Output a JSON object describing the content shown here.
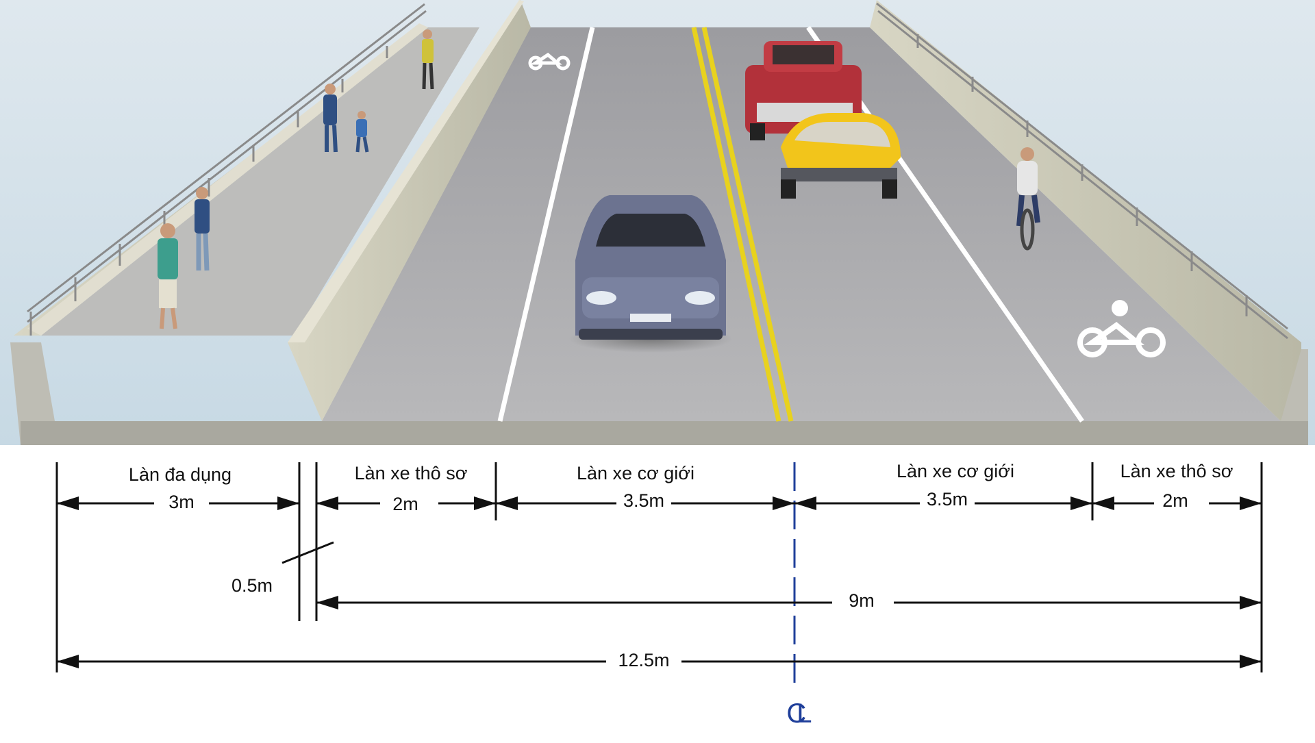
{
  "lanes": [
    {
      "name": "Làn đa dụng",
      "width": "3m"
    },
    {
      "name": "Làn xe thô sơ",
      "width": "2m"
    },
    {
      "name": "Làn xe cơ giới",
      "width": "3.5m"
    },
    {
      "name": "Làn xe cơ giới",
      "width": "3.5m"
    },
    {
      "name": "Làn xe thô sơ",
      "width": "2m"
    }
  ],
  "separator_width": "0.5m",
  "roadway_width": "9m",
  "total_width": "12.5m",
  "centerline_symbol": "CL",
  "colors": {
    "sky": "#c9dbe6",
    "asphalt": "#b2b2b4",
    "center_line": "#e8d21e",
    "dimension": "#111111",
    "centerline": "#1f3f9a"
  },
  "icons": [
    "bicycle-lane-marking-icon",
    "centerline-symbol-icon"
  ]
}
